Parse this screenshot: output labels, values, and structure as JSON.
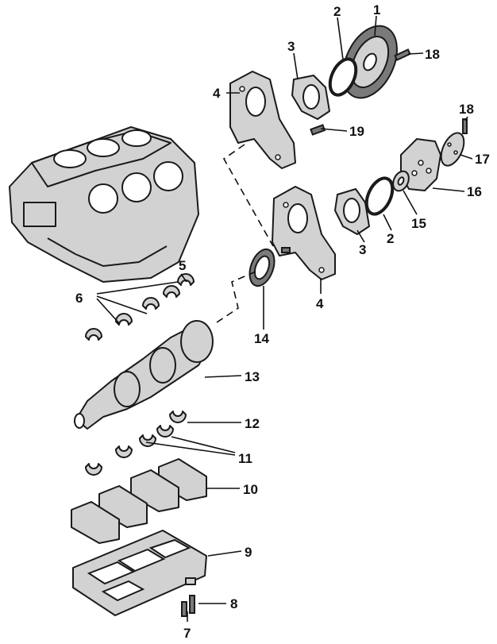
{
  "callouts": {
    "c1": "1",
    "c2a": "2",
    "c2b": "2",
    "c3a": "3",
    "c3b": "3",
    "c4a": "4",
    "c4b": "4",
    "c5": "5",
    "c6": "6",
    "c7": "7",
    "c8": "8",
    "c9": "9",
    "c10": "10",
    "c11": "11",
    "c12": "12",
    "c13": "13",
    "c14": "14",
    "c15": "15",
    "c16": "16",
    "c17": "17",
    "c18a": "18",
    "c18b": "18",
    "c19": "19"
  }
}
